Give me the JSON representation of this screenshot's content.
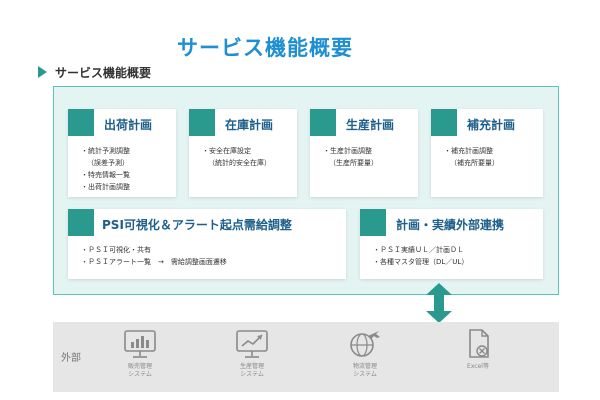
{
  "title": "サービス機能概要",
  "section_heading": "サービス機能概要",
  "cards": [
    {
      "title": "出荷計画",
      "items": [
        "・統計予測調整",
        "（誤差予測）",
        "・特売情報一覧",
        "・出荷計画調整"
      ]
    },
    {
      "title": "在庫計画",
      "items": [
        "・安全在庫設定",
        "（統計的安全在庫）"
      ]
    },
    {
      "title": "生産計画",
      "items": [
        "・生産計画調整",
        "（生産所要量）"
      ]
    },
    {
      "title": "補充計画",
      "items": [
        "・補充計画調整",
        "（補充所要量）"
      ]
    },
    {
      "title": "PSI可視化＆アラート起点需給調整",
      "items": [
        "・ＰＳＩ可視化・共有",
        "・ＰＳＩアラート一覧　→　需給調整画面遷移"
      ]
    },
    {
      "title": "計画・実績外部連携",
      "items": [
        "・ＰＳＩ実績ＵＬ／計画ＤＬ",
        "・各種マスタ管理（DL／UL）"
      ]
    }
  ],
  "external": {
    "label": "外部",
    "systems": [
      {
        "label": "販売管理\nシステム",
        "icon": "sales-chart-icon"
      },
      {
        "label": "生産管理\nシステム",
        "icon": "production-monitor-icon"
      },
      {
        "label": "物流管理\nシステム",
        "icon": "globe-plane-icon"
      },
      {
        "label": "Excel等",
        "icon": "excel-file-icon"
      }
    ]
  },
  "colors": {
    "title": "#1e8fd0",
    "accent": "#2a9a8f",
    "panel_bg": "#e4f4f3",
    "panel_border": "#5bc2bd",
    "card_title": "#1d5f8a",
    "external_bg": "#e6e6e6"
  }
}
